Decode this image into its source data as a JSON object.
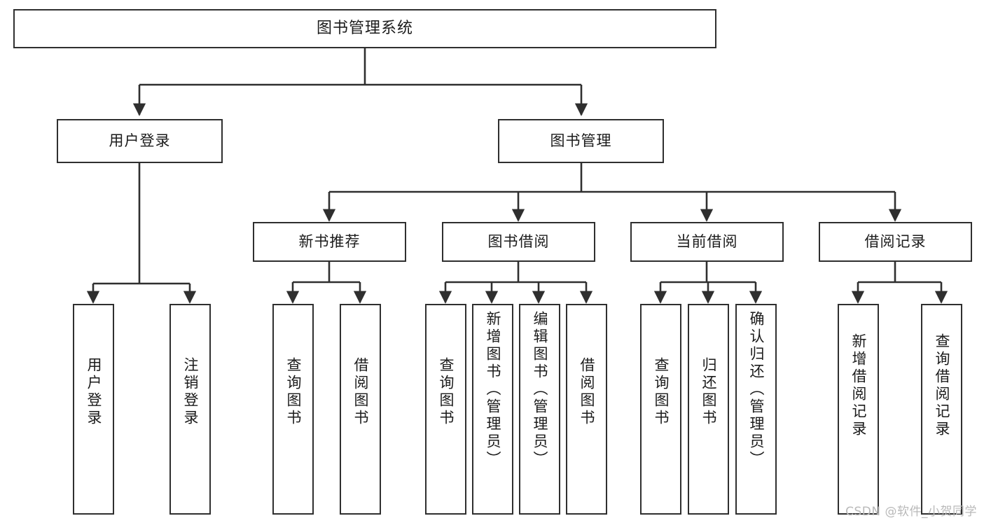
{
  "diagram": {
    "title": "图书管理系统",
    "type": "hierarchy-tree",
    "watermark": "CSDN @软件_小贺同学"
  },
  "nodes": {
    "root": {
      "label": "图书管理系统"
    },
    "level2": [
      {
        "id": "user-login",
        "label": "用户登录"
      },
      {
        "id": "book-manage",
        "label": "图书管理"
      }
    ],
    "level3": [
      {
        "id": "new-book-recommend",
        "label": "新书推荐"
      },
      {
        "id": "book-borrow",
        "label": "图书借阅"
      },
      {
        "id": "current-borrow",
        "label": "当前借阅"
      },
      {
        "id": "borrow-record",
        "label": "借阅记录"
      }
    ],
    "leaves": {
      "user_login": [
        {
          "id": "leaf-user-login",
          "label": "用户登录"
        },
        {
          "id": "leaf-logout-login",
          "label": "注销登录"
        }
      ],
      "new_book_recommend": [
        {
          "id": "leaf-query-book-1",
          "label": "查询图书"
        },
        {
          "id": "leaf-borrow-book-1",
          "label": "借阅图书"
        }
      ],
      "book_borrow": [
        {
          "id": "leaf-query-book-2",
          "label": "查询图书"
        },
        {
          "id": "leaf-add-book",
          "label": "新增图书（管理员）"
        },
        {
          "id": "leaf-edit-book",
          "label": "编辑图书（管理员）"
        },
        {
          "id": "leaf-borrow-book-2",
          "label": "借阅图书"
        }
      ],
      "current_borrow": [
        {
          "id": "leaf-query-book-3",
          "label": "查询图书"
        },
        {
          "id": "leaf-return-book",
          "label": "归还图书"
        },
        {
          "id": "leaf-confirm-return",
          "label": "确认归还（管理员）"
        }
      ],
      "borrow_record": [
        {
          "id": "leaf-add-record",
          "label": "新增借阅记录"
        },
        {
          "id": "leaf-query-record",
          "label": "查询借阅记录"
        }
      ]
    }
  },
  "colors": {
    "stroke": "#2f2f2f",
    "fill": "#ffffff",
    "text": "#1b1b1b",
    "watermark": "#b9b9b9"
  }
}
